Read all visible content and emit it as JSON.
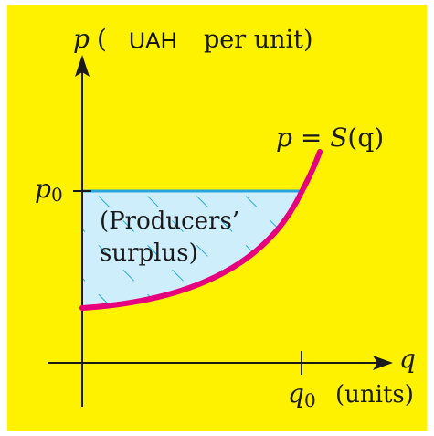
{
  "diagram": {
    "y_axis_label": {
      "p": "p",
      "open": "(",
      "currency": "UAH",
      "rest": "per unit)"
    },
    "x_axis_label": "q",
    "supply_label": {
      "p": "p",
      "eq": " = ",
      "S": "S",
      "args": "(q)"
    },
    "p0_label": {
      "base": "p",
      "sub": "0"
    },
    "q0_label": {
      "base": "q",
      "sub": "0",
      "units": "(units)"
    },
    "region_label": {
      "line1": "(Producers’",
      "line2": "surplus)"
    },
    "colors": {
      "background": "#fff200",
      "curve": "#e6007e",
      "surplus_fill": "#cdeefa",
      "surplus_hatch": "#29a9e0",
      "axes": "#1a1a1a"
    }
  }
}
